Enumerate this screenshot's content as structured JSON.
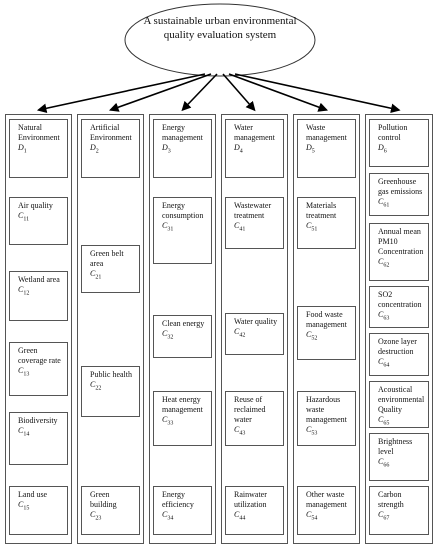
{
  "root": {
    "title": "A sustainable urban environmental quality evaluation system"
  },
  "columns": [
    {
      "header": {
        "label": "Natural Environment",
        "code": "D",
        "sub": "1"
      },
      "items": [
        {
          "label": "Air quality",
          "code": "C",
          "sub": "11"
        },
        {
          "label": "Wetland area",
          "code": "C",
          "sub": "12"
        },
        {
          "label": "Green coverage rate",
          "code": "C",
          "sub": "13"
        },
        {
          "label": "Biodiversity",
          "code": "C",
          "sub": "14"
        },
        {
          "label": "Land use",
          "code": "C",
          "sub": "15"
        }
      ]
    },
    {
      "header": {
        "label": "Artificial Environment",
        "code": "D",
        "sub": "2"
      },
      "items": [
        {
          "label": "Green belt area",
          "code": "C",
          "sub": "21"
        },
        {
          "label": "Public health",
          "code": "C",
          "sub": "22"
        },
        {
          "label": "Green building",
          "code": "C",
          "sub": "23"
        }
      ]
    },
    {
      "header": {
        "label": "Energy management",
        "code": "D",
        "sub": "3"
      },
      "items": [
        {
          "label": "Energy consumption",
          "code": "C",
          "sub": "31"
        },
        {
          "label": "Clean energy",
          "code": "C",
          "sub": "32"
        },
        {
          "label": "Heat energy management",
          "code": "C",
          "sub": "33"
        },
        {
          "label": "Energy efficiency",
          "code": "C",
          "sub": "34"
        }
      ]
    },
    {
      "header": {
        "label": "Water management",
        "code": "D",
        "sub": "4"
      },
      "items": [
        {
          "label": "Wastewater treatment",
          "code": "C",
          "sub": "41"
        },
        {
          "label": "Water quality",
          "code": "C",
          "sub": "42"
        },
        {
          "label": "Reuse of reclaimed water",
          "code": "C",
          "sub": "43"
        },
        {
          "label": "Rainwater utilization",
          "code": "C",
          "sub": "44"
        }
      ]
    },
    {
      "header": {
        "label": "Waste management",
        "code": "D",
        "sub": "5"
      },
      "items": [
        {
          "label": "Materials treatment",
          "code": "C",
          "sub": "51"
        },
        {
          "label": "Food waste management",
          "code": "C",
          "sub": "52"
        },
        {
          "label": "Hazardous waste management",
          "code": "C",
          "sub": "53"
        },
        {
          "label": "Other waste management",
          "code": "C",
          "sub": "54"
        }
      ]
    },
    {
      "header": {
        "label": "Pollution control",
        "code": "D",
        "sub": "6"
      },
      "items": [
        {
          "label": "Greenhouse gas emissions",
          "code": "C",
          "sub": "61"
        },
        {
          "label": "Annual mean PM10 Concentration",
          "code": "C",
          "sub": "62"
        },
        {
          "label": "SO2 concentration",
          "code": "C",
          "sub": "63"
        },
        {
          "label": "Ozone layer destruction",
          "code": "C",
          "sub": "64"
        },
        {
          "label": "Acoustical environmental Quality",
          "code": "C",
          "sub": "65"
        },
        {
          "label": "Brightness level",
          "code": "C",
          "sub": "66"
        },
        {
          "label": "Carbon strength",
          "code": "C",
          "sub": "67"
        }
      ]
    }
  ]
}
